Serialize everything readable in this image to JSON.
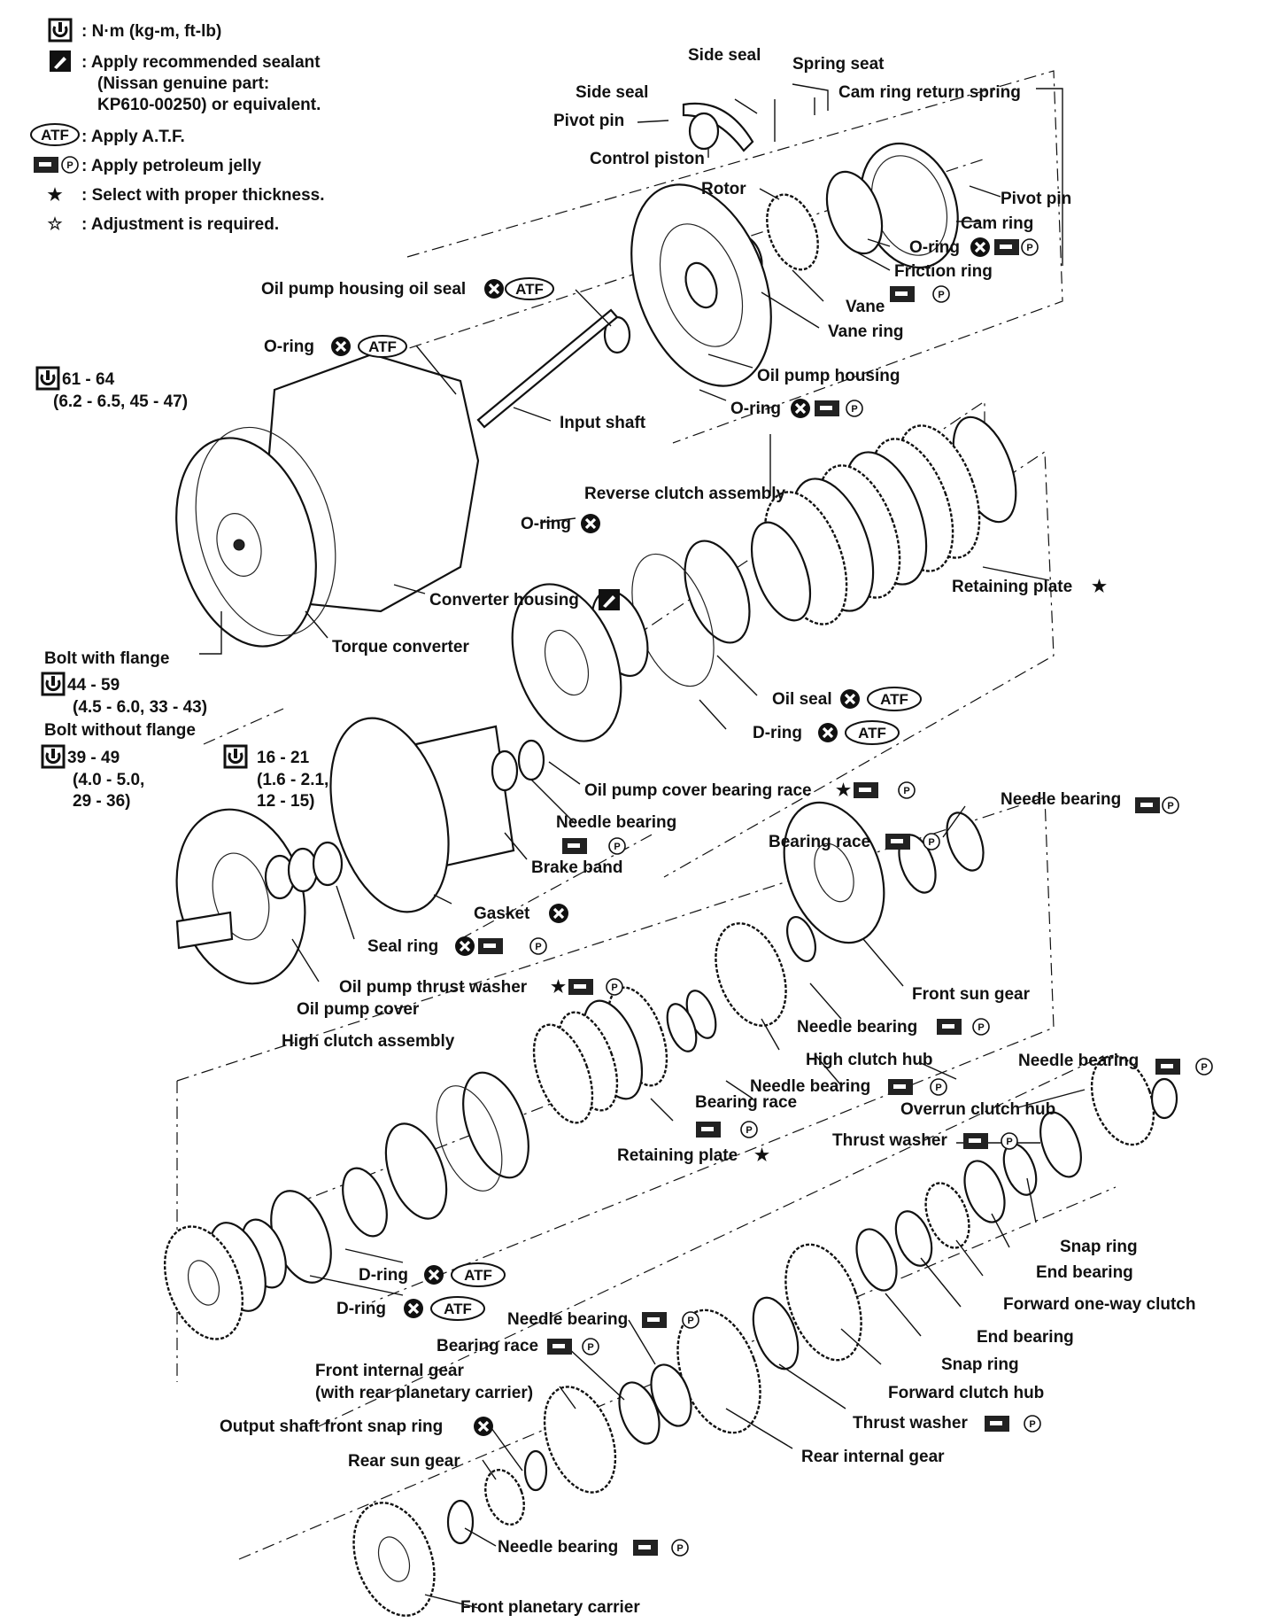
{
  "legend": {
    "torque": ": N·m (kg-m, ft-lb)",
    "sealant1": ": Apply recommended sealant",
    "sealant2": "(Nissan genuine part:",
    "sealant3": "KP610-00250) or equivalent.",
    "atf": ": Apply A.T.F.",
    "jelly": ": Apply petroleum jelly",
    "select": ": Select with proper thickness.",
    "adjust": ": Adjustment is required.",
    "atf_symbol": "ATF",
    "star_symbol": "★",
    "hollow_star_symbol": "☆"
  },
  "symbols": {
    "petroleum_p": "P",
    "atf_text": "ATF",
    "star": "★"
  },
  "labels": {
    "side_seal_top": "Side seal",
    "spring_seat": "Spring seat",
    "side_seal": "Side seal",
    "cam_ring_return_spring": "Cam ring return spring",
    "pivot_pin_left": "Pivot pin",
    "control_piston": "Control piston",
    "rotor": "Rotor",
    "pivot_pin_right": "Pivot pin",
    "cam_ring": "Cam ring",
    "o_ring_cam": "O-ring",
    "friction_ring": "Friction ring",
    "vane": "Vane",
    "vane_ring": "Vane ring",
    "oil_pump_housing_oil_seal": "Oil pump housing oil seal",
    "o_ring_top": "O-ring",
    "oil_pump_housing": "Oil pump housing",
    "o_ring_housing": "O-ring",
    "input_shaft": "Input shaft",
    "torque_61": "61 - 64",
    "torque_61b": "(6.2 - 6.5, 45 - 47)",
    "reverse_clutch_assembly": "Reverse clutch assembly",
    "o_ring_mid": "O-ring",
    "retaining_plate_top": "Retaining plate",
    "converter_housing": "Converter housing",
    "torque_converter": "Torque converter",
    "bolt_with_flange": "Bolt with flange",
    "torque_44": "44 - 59",
    "torque_44b": "(4.5 - 6.0, 33 - 43)",
    "bolt_without_flange": "Bolt without flange",
    "torque_39": "39 - 49",
    "torque_39b": "(4.0 - 5.0,",
    "torque_39c": "29 - 36)",
    "torque_16": "16 - 21",
    "torque_16b": "(1.6 - 2.1,",
    "torque_16c": "12 - 15)",
    "oil_seal": "Oil seal",
    "d_ring_top": "D-ring",
    "oil_pump_cover_bearing_race": "Oil pump cover bearing race",
    "needle_bearing_right1": "Needle bearing",
    "needle_bearing_brake": "Needle bearing",
    "bearing_race_right": "Bearing race",
    "brake_band": "Brake band",
    "gasket": "Gasket",
    "seal_ring": "Seal ring",
    "front_sun_gear": "Front sun gear",
    "oil_pump_thrust_washer": "Oil pump thrust washer",
    "oil_pump_cover": "Oil pump cover",
    "needle_bearing_hub": "Needle bearing",
    "high_clutch_assembly": "High clutch assembly",
    "high_clutch_hub": "High clutch hub",
    "needle_bearing_right2": "Needle bearing",
    "needle_bearing_mid": "Needle bearing",
    "bearing_race_mid": "Bearing race",
    "overrun_clutch_hub": "Overrun clutch hub",
    "thrust_washer_top": "Thrust washer",
    "retaining_plate_mid": "Retaining plate",
    "snap_ring_right": "Snap ring",
    "end_bearing_top": "End bearing",
    "d_ring_mid": "D-ring",
    "forward_one_way_clutch": "Forward one-way clutch",
    "d_ring_low": "D-ring",
    "needle_bearing_low": "Needle bearing",
    "end_bearing_low": "End bearing",
    "bearing_race_low": "Bearing race",
    "snap_ring_low": "Snap ring",
    "front_internal_gear": "Front internal gear",
    "front_internal_gear2": "(with rear planetary carrier)",
    "forward_clutch_hub": "Forward clutch hub",
    "output_shaft_front_snap_ring": "Output shaft front snap ring",
    "thrust_washer_low": "Thrust washer",
    "rear_sun_gear": "Rear sun gear",
    "rear_internal_gear": "Rear internal gear",
    "needle_bearing_bottom": "Needle bearing",
    "front_planetary_carrier": "Front planetary carrier"
  }
}
